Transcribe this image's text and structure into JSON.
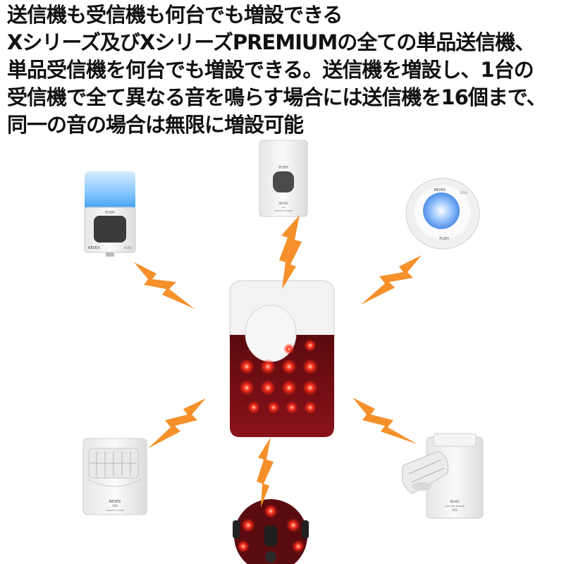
{
  "headline": {
    "title": "送信機も受信機も何台でも増設できる",
    "lines": [
      "Xシリーズ及びXシリーズPREMIUMの全ての単品送信機、",
      "単品受信機を何台でも増設できる。送信機を増設し、1台の",
      "受信機で全て異なる音を鳴らす場合には送信機を16個まで、",
      "同一の音の場合は無限に増設可能"
    ]
  },
  "devices": {
    "push_button_top_left": {
      "brand": "REVEX",
      "button_label": "PUSH",
      "model": "X100"
    },
    "push_button_top_center": {
      "button_label": "PUSH",
      "brand": "REVEX",
      "model": "X10",
      "sub": "WIRELESS CHIME"
    },
    "round_button_top_right": {
      "brand": "REVEX",
      "model": "X120",
      "button_label": "PUSH"
    },
    "motion_sensor_left": {
      "brand": "REVEX",
      "model": "X50",
      "sub": "WIRELESS CHIME"
    },
    "spot_sensor_right": {
      "brand": "REVEX",
      "sub": "SPOT INR SENSOR",
      "model": "X55"
    }
  },
  "colors": {
    "arrow": "#f5902a",
    "receiver_red": "#7a0d12",
    "led": "#ff2a1a",
    "device_white": "#f4f4f4"
  }
}
